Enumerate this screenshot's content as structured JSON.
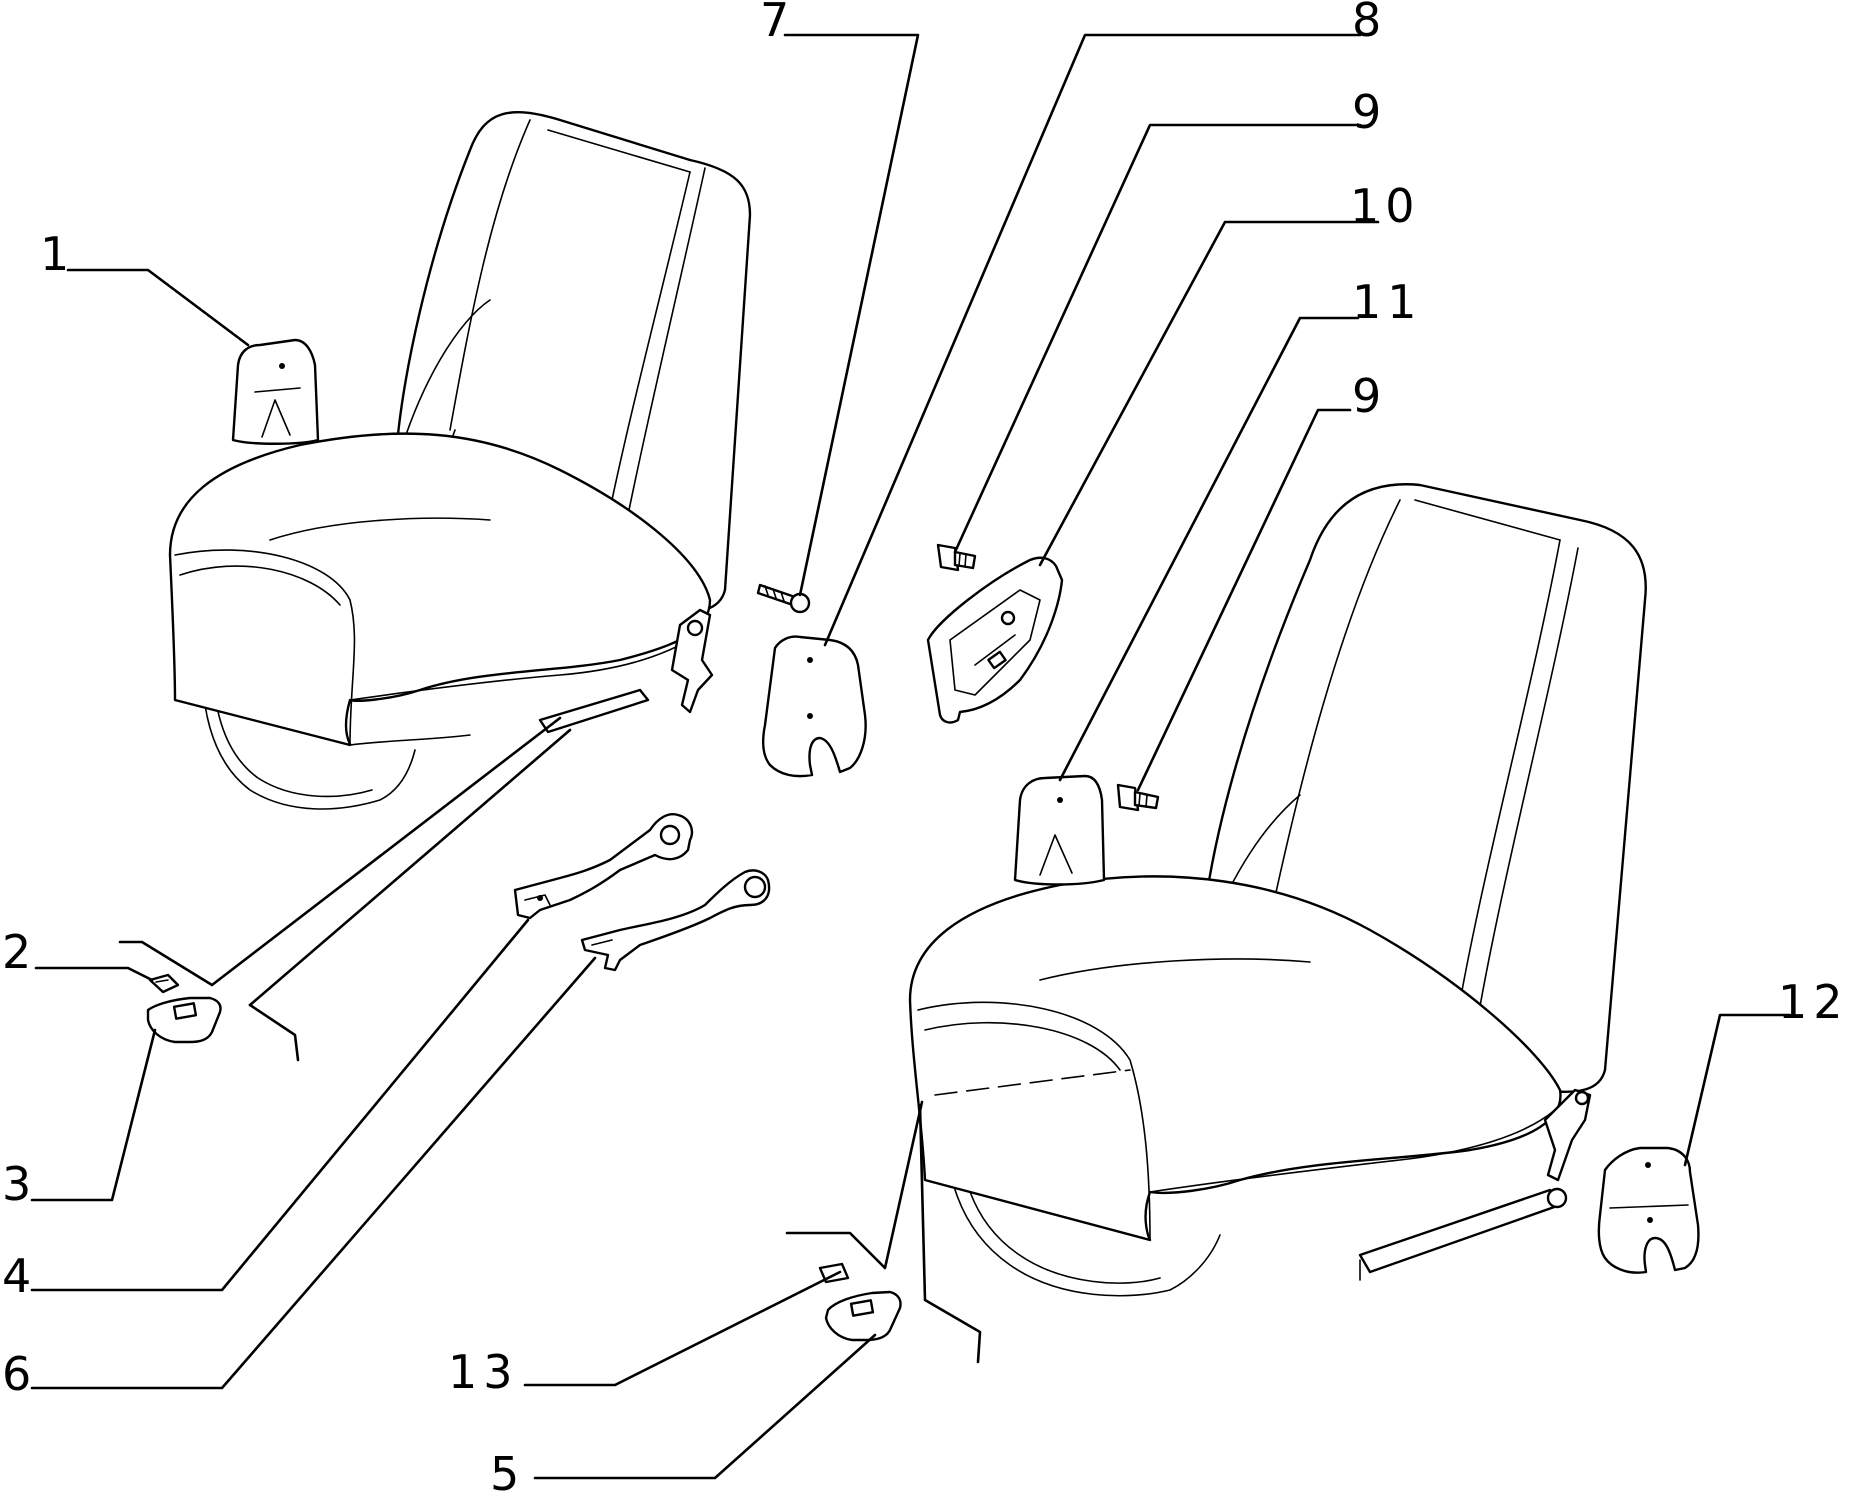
{
  "callouts": [
    {
      "id": "c1",
      "label": "1"
    },
    {
      "id": "c2",
      "label": "2"
    },
    {
      "id": "c3",
      "label": "3"
    },
    {
      "id": "c4",
      "label": "4"
    },
    {
      "id": "c5",
      "label": "5"
    },
    {
      "id": "c6",
      "label": "6"
    },
    {
      "id": "c7",
      "label": "7"
    },
    {
      "id": "c8",
      "label": "8"
    },
    {
      "id": "c9a",
      "label": "9"
    },
    {
      "id": "c10",
      "label": "10"
    },
    {
      "id": "c11",
      "label": "11"
    },
    {
      "id": "c9b",
      "label": "9"
    },
    {
      "id": "c12",
      "label": "12"
    },
    {
      "id": "c13",
      "label": "13"
    }
  ]
}
